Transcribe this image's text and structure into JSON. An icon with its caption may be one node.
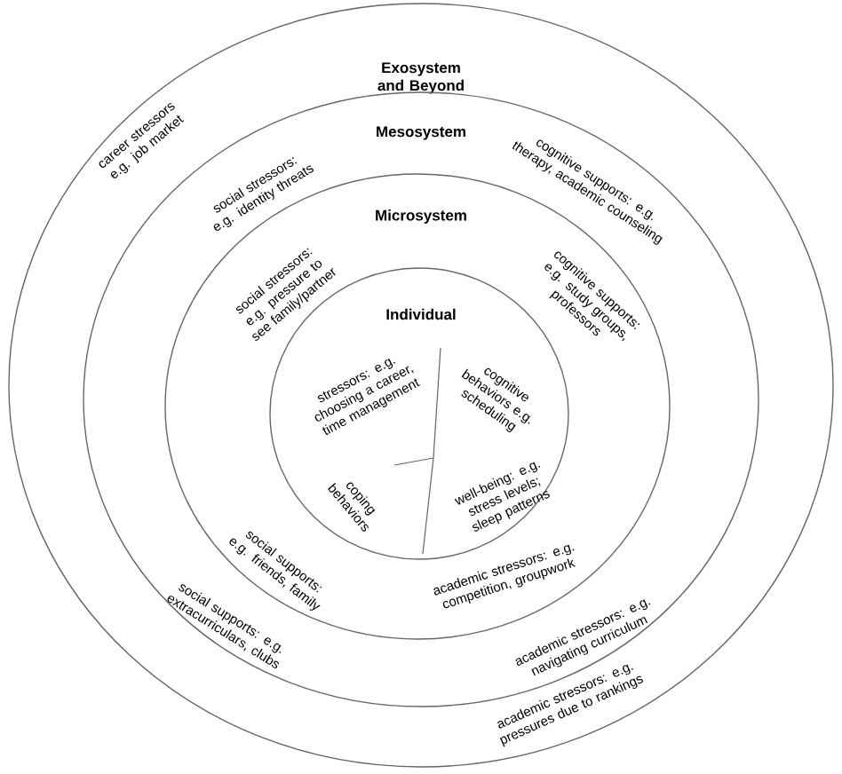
{
  "diagram": {
    "nodes": [
      {
        "text": [
          "Exosystem and Beyond",
          "career stressors e.g. job market",
          "academic stressors: e.g. pressures due to rankings"
        ]
      },
      {
        "text": [
          "Mesosystem",
          "social stressors: e.g. identity threats",
          "cognitive supports: e.g. therapy, academic counseling",
          "social supports: e.g. extracurriculars, clubs",
          "academic stressors: e.g. navigating curriculum"
        ],
        "in": 0
      },
      {
        "text": [
          "Microsystem",
          "social stressors: e.g. pressure to see family/partner",
          "cognitive supports: e.g. study groups, professors",
          "social supports: e.g. friends, family",
          "academic stressors: e.g. competition, groupwork"
        ],
        "in": 1
      },
      {
        "text": [
          "Individual",
          "stressors: e.g. choosing a career, time management",
          "cognitive behaviors e.g. scheduling",
          "coping behaviors",
          "well-being: e.g. stress levels; sleep patterns"
        ],
        "in": 2
      }
    ]
  }
}
